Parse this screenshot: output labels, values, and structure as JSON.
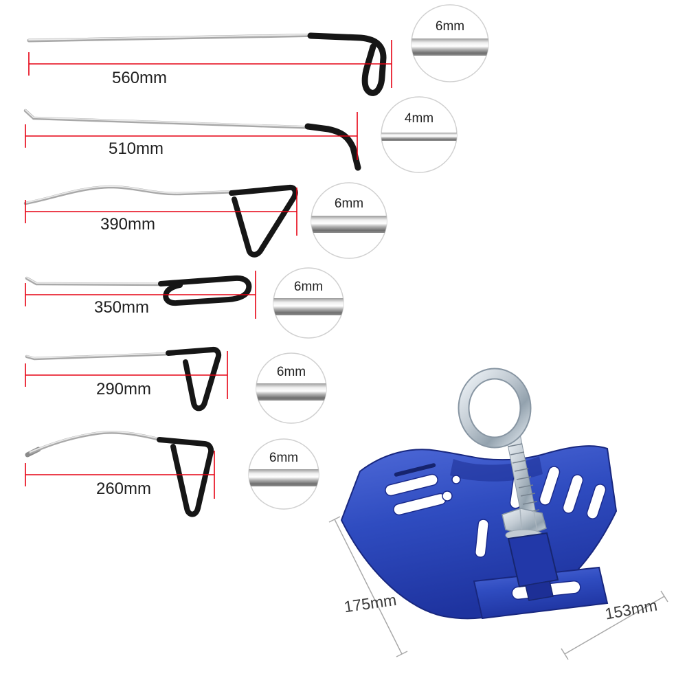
{
  "rods": [
    {
      "length_label": "560mm",
      "diameter_label": "6mm"
    },
    {
      "length_label": "510mm",
      "diameter_label": "4mm"
    },
    {
      "length_label": "390mm",
      "diameter_label": "6mm"
    },
    {
      "length_label": "350mm",
      "diameter_label": "6mm"
    },
    {
      "length_label": "290mm",
      "diameter_label": "6mm"
    },
    {
      "length_label": "260mm",
      "diameter_label": "6mm"
    }
  ],
  "puller": {
    "width_label": "175mm",
    "depth_label": "153mm"
  },
  "colors": {
    "dimension_red": "#e60012",
    "puller_blue": "#2f4cc0",
    "puller_dimension_gray": "#a8a8a8",
    "label_text": "#1f1f1f"
  }
}
